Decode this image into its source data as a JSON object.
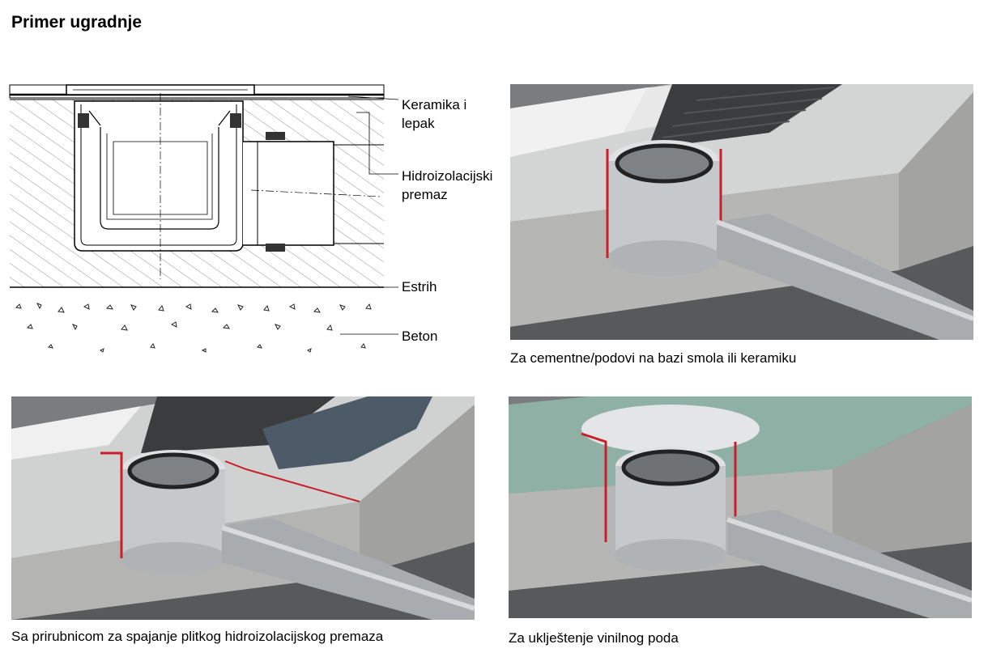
{
  "page": {
    "title": "Primer ugradnje"
  },
  "diagram": {
    "labels": {
      "ceramic": "Keramika i\nlepak",
      "waterproofing": "Hidroizolacijski\npremaz",
      "screed": "Estrih",
      "concrete": "Beton"
    }
  },
  "photos": {
    "top_right": {
      "caption": "Za cementne/podovi na bazi smola ili keramiku"
    },
    "bottom_left": {
      "caption": "Sa prirubnicom za spajanje plitkog hidroizolacijskog premaza"
    },
    "bottom_right": {
      "caption": "Za uklještenje vinilnog poda"
    }
  },
  "colors": {
    "concrete_dark": "#4a4c4e",
    "screed_light": "#b9b9b7",
    "steel": "#c9ccce",
    "seal_red": "#c8202a",
    "tile_white": "#eeeeee",
    "vinyl_green": "#8fb0a4"
  }
}
